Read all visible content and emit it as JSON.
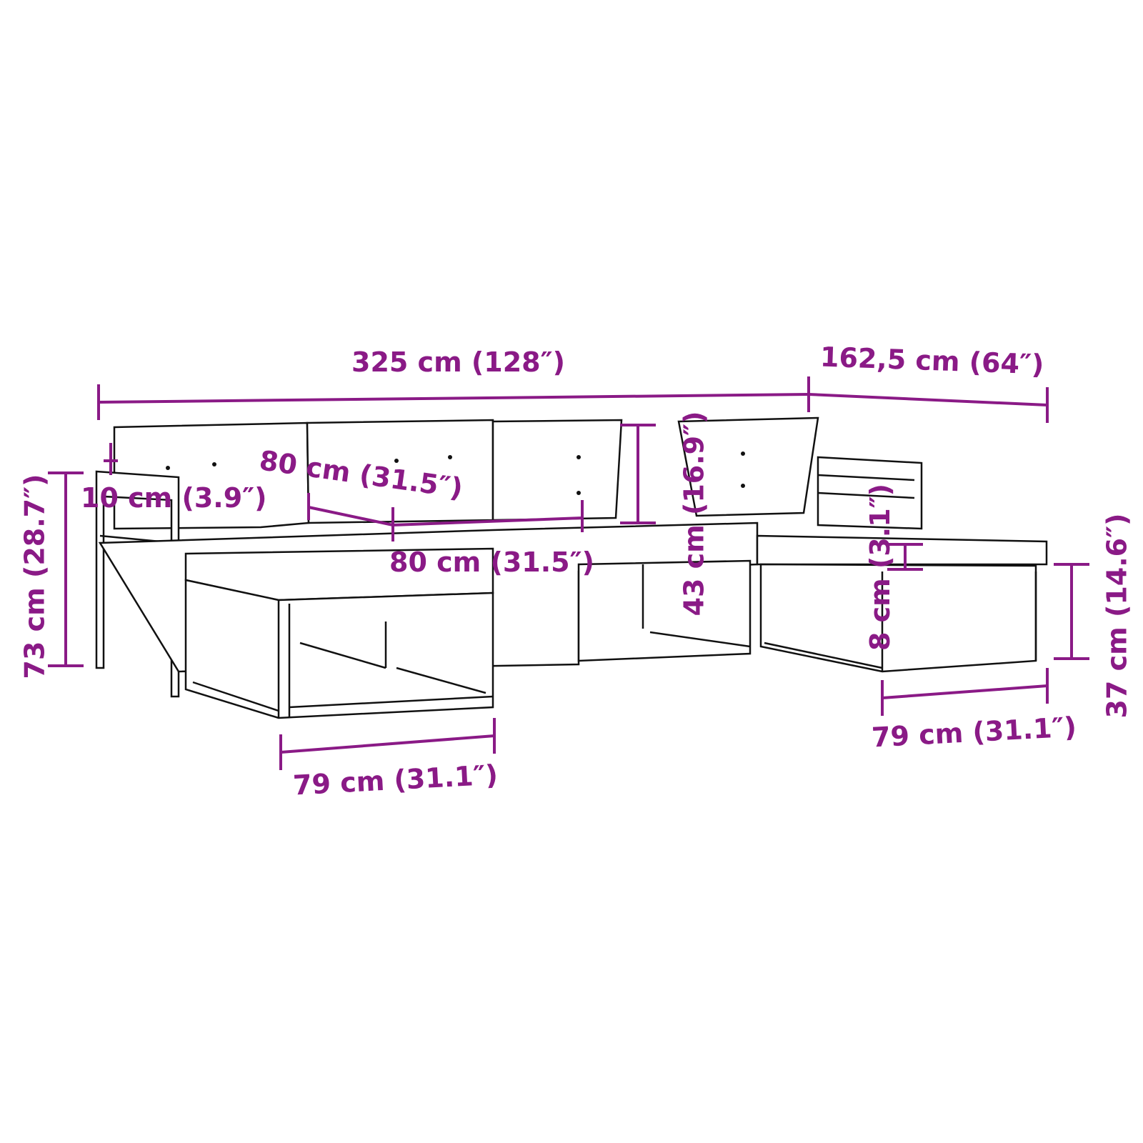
{
  "accent_color": "#8a1a86",
  "dimensions": {
    "total_width": "325 cm (128″)",
    "depth": "162,5 cm (64″)",
    "armrest_width": "10 cm (3.9″)",
    "seat_width_upper": "80 cm (31.5″)",
    "seat_width_lower": "80 cm (31.5″)",
    "backrest_height": "43 cm (16.9″)",
    "total_height": "73 cm (28.7″)",
    "cushion_thickness": "8 cm (3.1″)",
    "seat_height": "37 cm (14.6″)",
    "footstool_width_left": "79 cm (31.1″)",
    "footstool_width_right": "79 cm (31.1″)"
  }
}
